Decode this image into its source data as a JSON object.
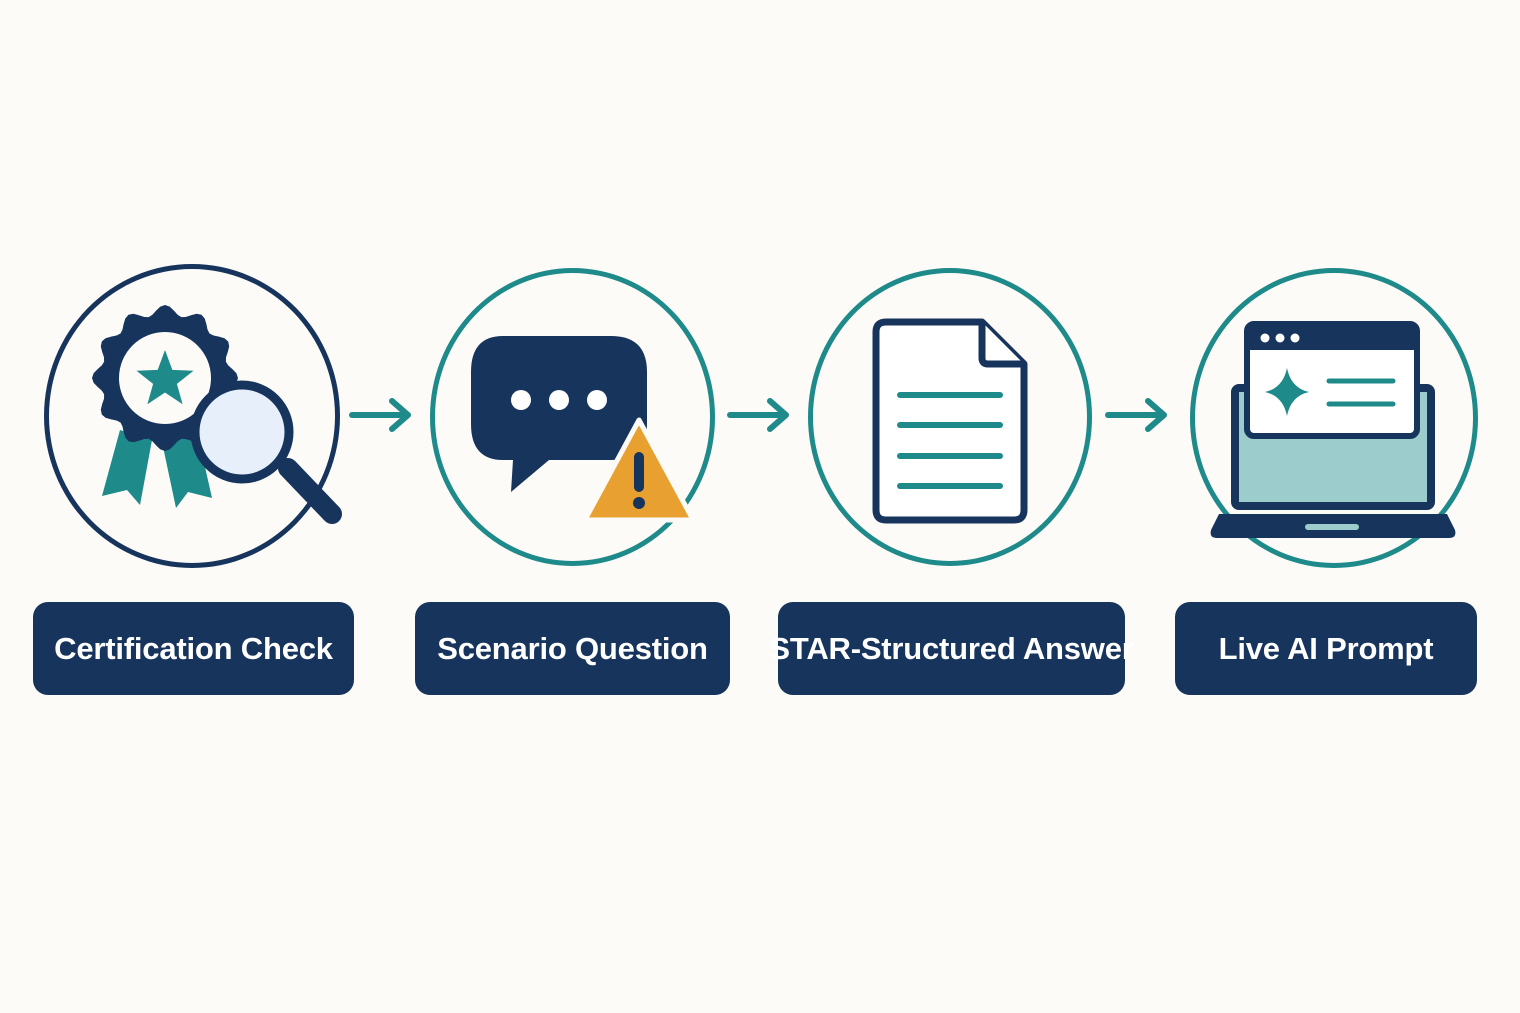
{
  "colors": {
    "background": "#fcfbf7",
    "navy": "#17345d",
    "teal": "#1e8a8a",
    "teal_light": "#9ccccb",
    "lens": "#e7effa",
    "warning": "#e8a030",
    "white": "#ffffff"
  },
  "steps": [
    {
      "label": "Certification Check",
      "icon": "certification-badge-magnifier-icon",
      "ring": "navy"
    },
    {
      "label": "Scenario Question",
      "icon": "chat-bubble-warning-icon",
      "ring": "teal"
    },
    {
      "label": "STAR-Structured Answer",
      "icon": "document-icon",
      "ring": "teal"
    },
    {
      "label": "Live AI Prompt",
      "icon": "laptop-ai-prompt-icon",
      "ring": "teal"
    }
  ],
  "arrows": [
    {
      "from": 1,
      "to": 2,
      "icon": "arrow-right-icon"
    },
    {
      "from": 2,
      "to": 3,
      "icon": "arrow-right-icon"
    },
    {
      "from": 3,
      "to": 4,
      "icon": "arrow-right-icon"
    }
  ]
}
